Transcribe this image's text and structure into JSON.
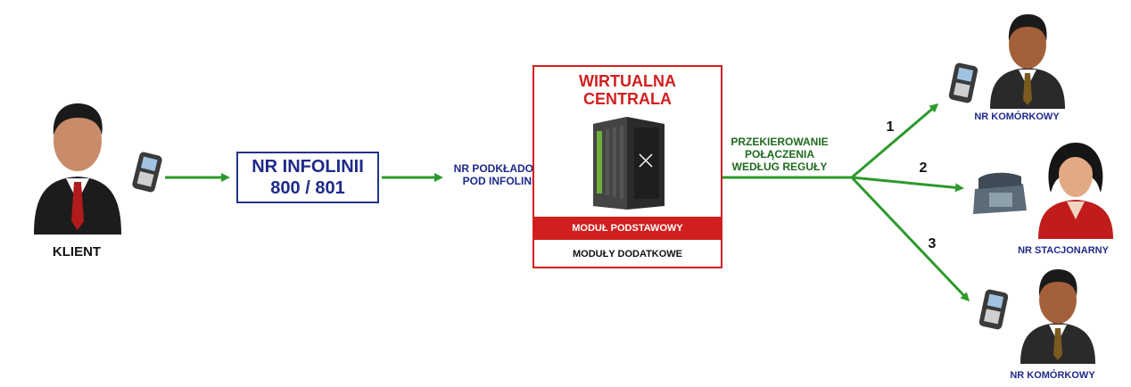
{
  "client": {
    "label": "KLIENT"
  },
  "infoline": {
    "line1": "NR INFOLINII",
    "line2": "800 / 801"
  },
  "substitute": {
    "line1": "NR PODKŁADOWY",
    "line2": "POD INFOLINIĘ"
  },
  "central": {
    "title_line1": "WIRTUALNA",
    "title_line2": "CENTRALA",
    "module_basic": "MODUŁ PODSTAWOWY",
    "module_extra": "MODUŁY DODATKOWE"
  },
  "redirect": {
    "line1": "PRZEKIEROWANIE",
    "line2": "POŁĄCZENIA",
    "line3": "WEDŁUG REGUŁY"
  },
  "branches": [
    {
      "number": "1",
      "target": "NR KOMÓRKOWY",
      "icon": "mobile-phone-icon"
    },
    {
      "number": "2",
      "target": "NR STACJONARNY",
      "icon": "desk-phone-icon"
    },
    {
      "number": "3",
      "target": "NR KOMÓRKOWY",
      "icon": "mobile-phone-icon"
    }
  ],
  "colors": {
    "arrow": "#2c9a2c",
    "blue_text": "#1f2a8a",
    "red": "#d11f1f",
    "green_text": "#1f6b1f"
  }
}
